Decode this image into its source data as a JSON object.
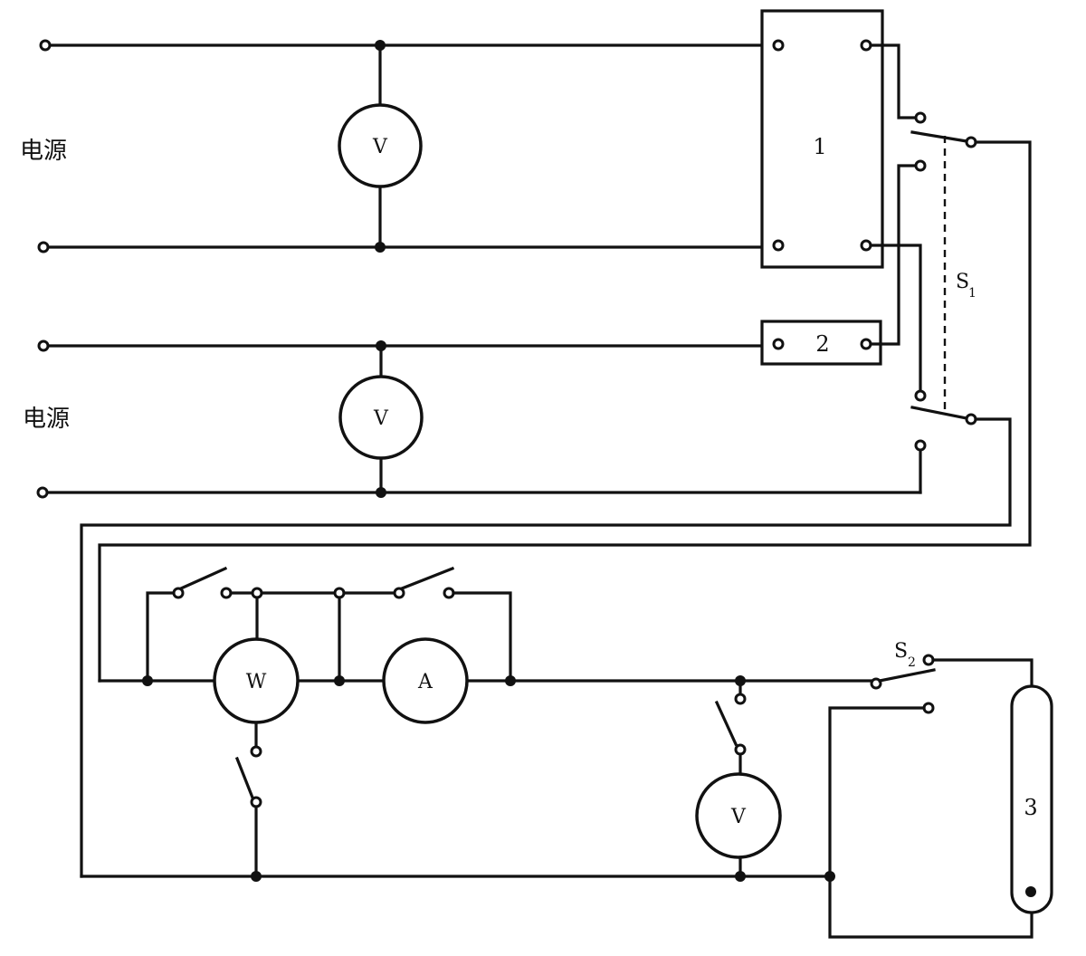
{
  "power_source_label_1": "电源",
  "power_source_label_2": "电源",
  "voltmeter_symbol": "V",
  "wattmeter_symbol": "W",
  "ammeter_symbol": "A",
  "component_1_label": "1",
  "component_2_label": "2",
  "component_3_label": "3",
  "switch_s1": {
    "letter": "S",
    "subscript": "1"
  },
  "switch_s2": {
    "letter": "S",
    "subscript": "2"
  }
}
